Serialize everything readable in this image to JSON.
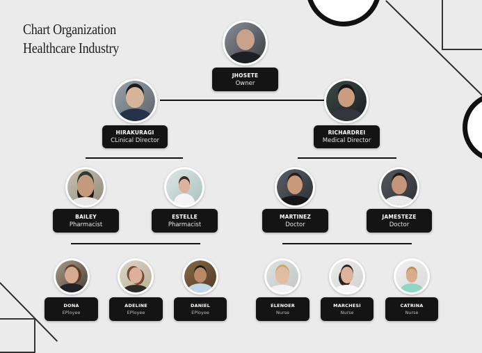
{
  "title": {
    "line1": "Chart Organization",
    "line2": "Healthcare Industry"
  },
  "owner": {
    "name": "JHOSETE",
    "role": "Owner"
  },
  "directors": [
    {
      "name": "HIRAKURAGI",
      "role": "CLinical Director"
    },
    {
      "name": "RICHARDREI",
      "role": "Medical Director"
    }
  ],
  "managers": [
    {
      "name": "BAILEY",
      "role": "Pharmacist"
    },
    {
      "name": "ESTELLE",
      "role": "Pharmacist"
    },
    {
      "name": "MARTINEZ",
      "role": "Doctor"
    },
    {
      "name": "JAMESTEZE",
      "role": "Doctor"
    }
  ],
  "staff": [
    {
      "name": "DONA",
      "role": "EPloyee"
    },
    {
      "name": "ADELINE",
      "role": "EPloyee"
    },
    {
      "name": "DANIEL",
      "role": "EPloyee"
    },
    {
      "name": "ELENOER",
      "role": "Nurse"
    },
    {
      "name": "MARCHESI",
      "role": "Nurse"
    },
    {
      "name": "CATRINA",
      "role": "Nurse"
    }
  ],
  "colors": {
    "background": "#ebebeb",
    "card": "#141414",
    "line": "#111111"
  }
}
